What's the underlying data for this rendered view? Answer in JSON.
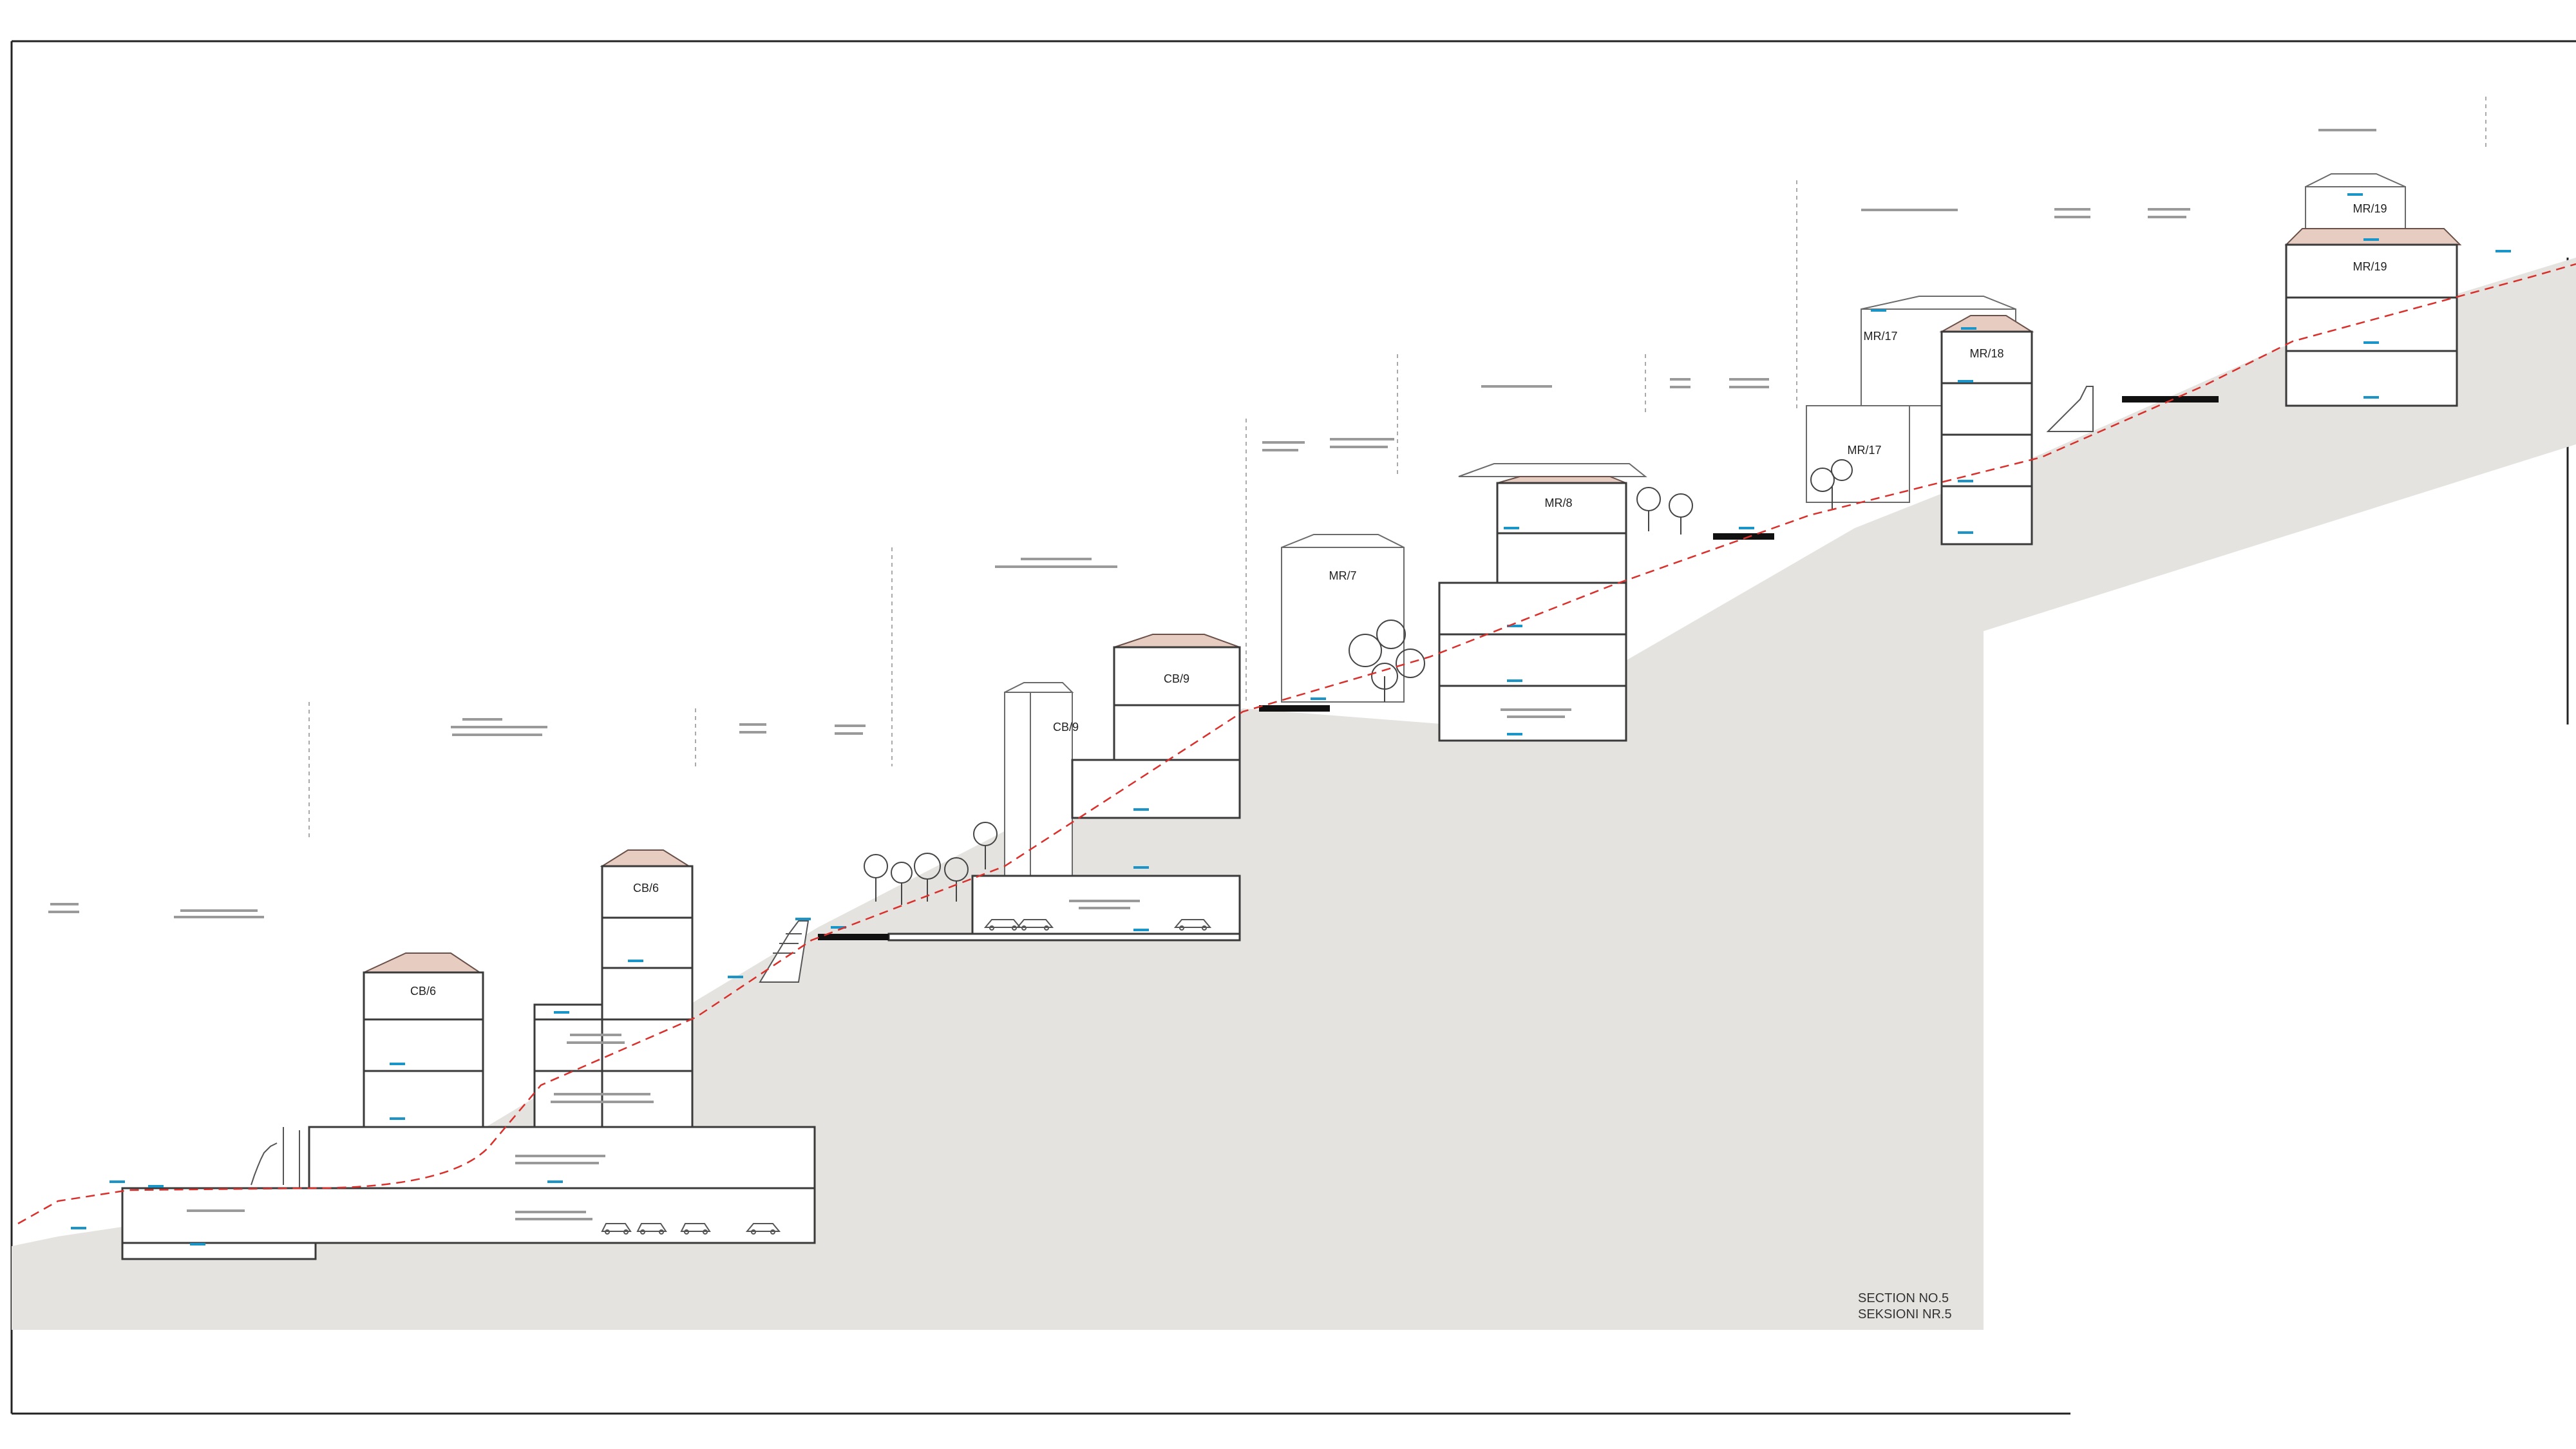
{
  "section_title": {
    "line1": "SECTION NO.5",
    "line2": "SEKSIONI NR.5"
  },
  "buildings": [
    {
      "id": "cb6-left",
      "label": "CB/6"
    },
    {
      "id": "cb6-right",
      "label": "CB/6"
    },
    {
      "id": "cb9-back",
      "label": "CB/9"
    },
    {
      "id": "cb9-front",
      "label": "CB/9"
    },
    {
      "id": "mr7",
      "label": "MR/7"
    },
    {
      "id": "mr8",
      "label": "MR/8"
    },
    {
      "id": "mr17-back",
      "label": "MR/17"
    },
    {
      "id": "mr17-front",
      "label": "MR/17"
    },
    {
      "id": "mr18",
      "label": "MR/18"
    },
    {
      "id": "mr19-top",
      "label": "MR/19"
    },
    {
      "id": "mr19",
      "label": "MR/19"
    }
  ],
  "colors": {
    "terrain": "#e4e3df",
    "building_outline": "#3a3a3a",
    "roof_hatch": "#e7ccc1",
    "section_line": "#d9302c",
    "level_marker": "#1b95c8"
  }
}
